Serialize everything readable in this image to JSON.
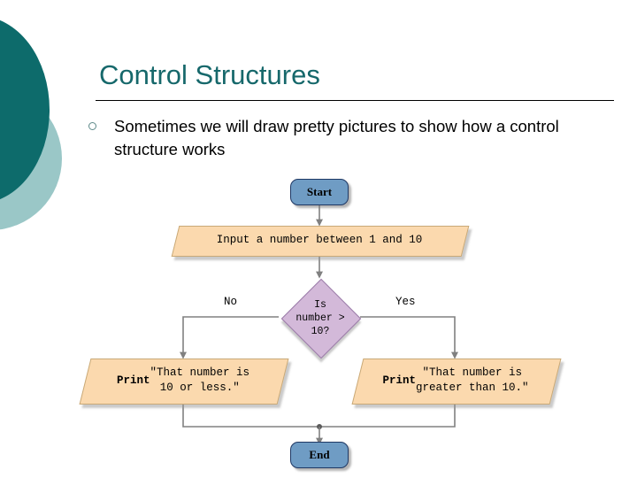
{
  "slide": {
    "title": "Control Structures",
    "bullet": {
      "marker": "hollow-circle",
      "text": "Sometimes we will draw pretty pictures to show how a control structure works"
    }
  },
  "colors": {
    "title": "#16686b",
    "deco_dark": "#0d6b6b",
    "deco_light": "#9ac7c7",
    "terminator_fill": "#6f9cc4",
    "terminator_border": "#1f3864",
    "io_fill": "#fbd9ae",
    "io_border": "#c8a978",
    "decision_fill": "#d3b9d9",
    "decision_border": "#9a7aa8",
    "connector": "#808080"
  },
  "flowchart": {
    "nodes": {
      "start": {
        "label": "Start",
        "shape": "terminator"
      },
      "input": {
        "label": "Input a number between 1 and 10",
        "shape": "parallelogram"
      },
      "decision": {
        "label": "Is\nnumber >\n10?",
        "shape": "diamond"
      },
      "print_less": {
        "keyword": "Print",
        "label": " \"That number is\n10 or less.\"",
        "shape": "parallelogram"
      },
      "print_greater": {
        "keyword": "Print",
        "label": " \"That number is\ngreater than 10.\"",
        "shape": "parallelogram"
      },
      "end": {
        "label": "End",
        "shape": "terminator"
      }
    },
    "branch_labels": {
      "no": "No",
      "yes": "Yes"
    }
  }
}
